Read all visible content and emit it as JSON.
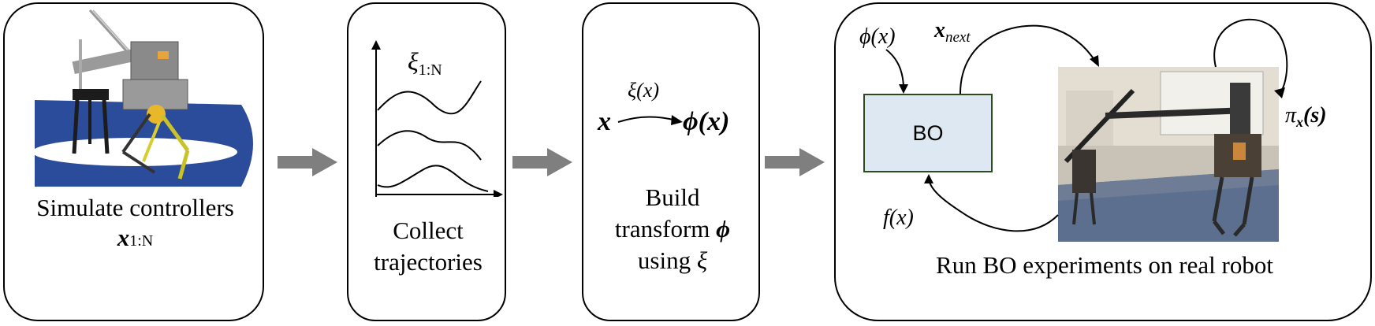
{
  "panels": {
    "simulate": {
      "line1": "Simulate controllers",
      "sub_var": "x",
      "sub_index": "1:N"
    },
    "collect": {
      "line1": "Collect",
      "line2": "trajectories",
      "chart_symbol": "ξ",
      "chart_subscript": "1:N"
    },
    "build": {
      "eq_left": "x",
      "eq_right": "ϕ(x)",
      "arrow_label": "ξ(x)",
      "line1": "Build",
      "line2_prefix": "transform ",
      "line2_symbol": "ϕ",
      "line3_prefix": "using ",
      "line3_symbol": "ξ"
    },
    "run_bo": {
      "bo_label": "BO",
      "phi_label": "ϕ(x)",
      "xnext_base": "x",
      "xnext_sub": "next",
      "f_label": "f(x)",
      "pi_label": "π",
      "pi_sub": "x",
      "pi_arg": "(s)",
      "caption": "Run BO experiments on real robot"
    }
  },
  "colors": {
    "border": "#000000",
    "arrow": "#7f7f7f",
    "bo_fill": "#dde8f3",
    "bo_border": "#2e4a1f",
    "track_blue": "#2b4c9a"
  }
}
